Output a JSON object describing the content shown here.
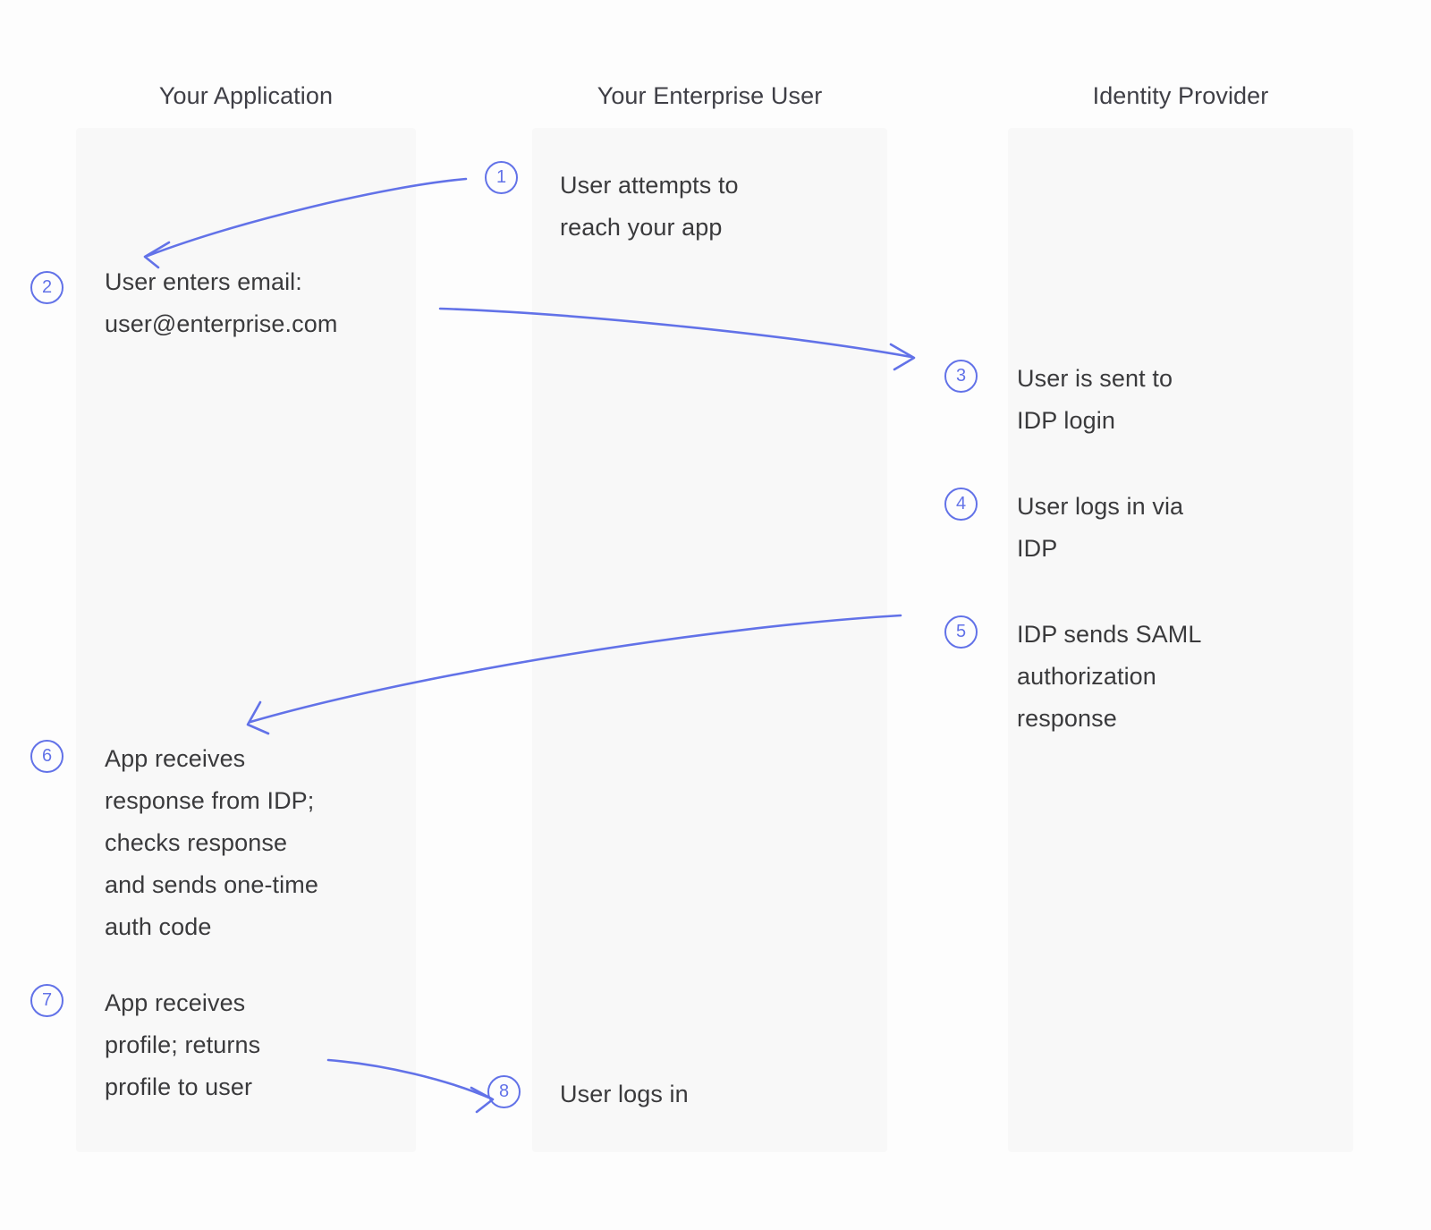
{
  "diagram": {
    "title_bar_absent": true,
    "accent_color": "#6272e8",
    "text_color": "#3a3a3c",
    "band_color": "#f8f8f8",
    "background_color": "#fdfdfd",
    "columns": [
      {
        "id": "your-application",
        "header": "Your Application"
      },
      {
        "id": "your-enterprise-user",
        "header": "Your Enterprise User"
      },
      {
        "id": "identity-provider",
        "header": "Identity Provider"
      }
    ],
    "steps": [
      {
        "number": "1",
        "column": "your-enterprise-user",
        "text": "User attempts to\nreach your app"
      },
      {
        "number": "2",
        "column": "your-application",
        "text": "User enters email:\nuser@enterprise.com"
      },
      {
        "number": "3",
        "column": "identity-provider",
        "text": "User is sent to\nIDP login"
      },
      {
        "number": "4",
        "column": "identity-provider",
        "text": "User logs in via\nIDP"
      },
      {
        "number": "5",
        "column": "identity-provider",
        "text": "IDP sends SAML\nauthorization\nresponse"
      },
      {
        "number": "6",
        "column": "your-application",
        "text": "App receives\nresponse from IDP;\nchecks response\nand sends one-time\nauth code"
      },
      {
        "number": "7",
        "column": "your-application",
        "text": "App receives\nprofile; returns\nprofile to user"
      },
      {
        "number": "8",
        "column": "your-enterprise-user",
        "text": "User logs in"
      }
    ],
    "flow_arrows": [
      {
        "id": "arrow-1-to-2",
        "from_step": "1",
        "to_step": "2",
        "direction": "right-to-left"
      },
      {
        "id": "arrow-2-to-3",
        "from_step": "2",
        "to_step": "3",
        "direction": "left-to-right"
      },
      {
        "id": "arrow-5-to-6",
        "from_step": "5",
        "to_step": "6",
        "direction": "right-to-left"
      },
      {
        "id": "arrow-7-to-8",
        "from_step": "7",
        "to_step": "8",
        "direction": "left-to-right"
      }
    ]
  }
}
